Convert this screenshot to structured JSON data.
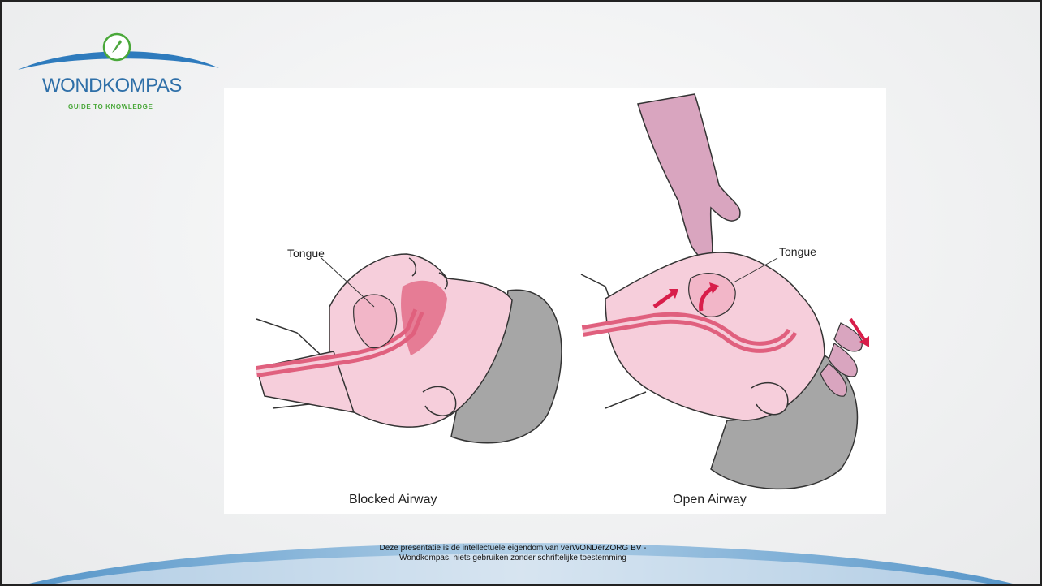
{
  "logo": {
    "wordmark": "WONDKOMPAS",
    "tagline": "GUIDE TO KNOWLEDGE",
    "colors": {
      "arc": "#2e7bbd",
      "wordmark": "#2e6fa8",
      "tagline": "#4aa83a",
      "compass": "#4aa83a"
    },
    "icon": "compass-icon"
  },
  "figure": {
    "left": {
      "caption": "Blocked Airway",
      "tongue_label": "Tongue"
    },
    "right": {
      "caption": "Open Airway",
      "tongue_label": "Tongue"
    },
    "colors": {
      "skin": "#f6cedb",
      "airway": "#e0607e",
      "hair": "#a4a4a4",
      "arrow": "#d81e4a",
      "hand": "#d9a5bf"
    }
  },
  "footer": {
    "line1": "Deze presentatie is de intellectuele eigendom van verWONDerZORG BV -",
    "line2": "Wondkompas, niets gebruiken zonder schriftelijke toestemming",
    "band_color": "#4f97cc"
  }
}
